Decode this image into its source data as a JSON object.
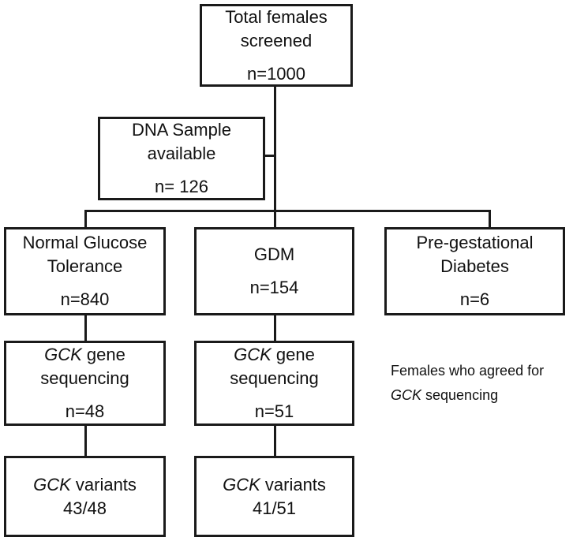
{
  "total": {
    "line1": "Total females",
    "line2": "screened",
    "n": "n=1000"
  },
  "dna": {
    "line1": "DNA Sample",
    "line2": "available",
    "n": "n= 126"
  },
  "ngt": {
    "line1": "Normal Glucose",
    "line2": "Tolerance",
    "n": "n=840"
  },
  "gdm": {
    "line1": "GDM",
    "n": "n=154"
  },
  "pgd": {
    "line1": "Pre-gestational",
    "line2": "Diabetes",
    "n": "n=6"
  },
  "seq_ngt": {
    "gene": "GCK",
    "line1_rest": " gene",
    "line2": "sequencing",
    "n": "n=48"
  },
  "seq_gdm": {
    "gene": "GCK",
    "line1_rest": " gene",
    "line2": "sequencing",
    "n": "n=51"
  },
  "var_ngt": {
    "gene": "GCK",
    "line1_rest": " variants",
    "ratio": "43/48"
  },
  "var_gdm": {
    "gene": "GCK",
    "line1_rest": " variants",
    "ratio": "41/51"
  },
  "note": {
    "line1": "Females who agreed for",
    "gene": "GCK",
    "line2_rest": " sequencing"
  }
}
